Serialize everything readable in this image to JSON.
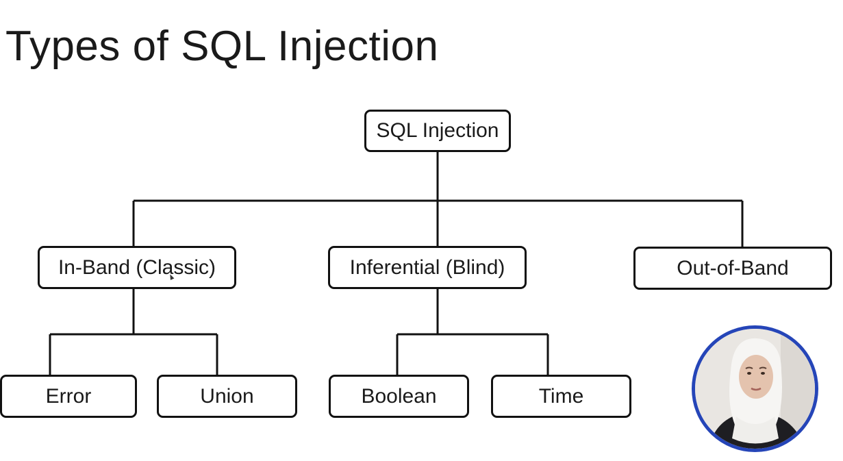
{
  "slide": {
    "title": "Types of SQL Injection"
  },
  "diagram": {
    "root": "SQL Injection",
    "categories": [
      {
        "label": "In-Band (Classic)"
      },
      {
        "label": "Inferential (Blind)"
      },
      {
        "label": "Out-of-Band"
      }
    ],
    "subtypes": {
      "in_band": [
        "Error",
        "Union"
      ],
      "inferential": [
        "Boolean",
        "Time"
      ]
    }
  },
  "colors": {
    "line": "#111111",
    "text": "#1a1a1a",
    "presenter_ring": "#2545b8"
  },
  "icons": {
    "presenter": "presenter-webcam-thumbnail",
    "cursor": "mouse-cursor-icon"
  }
}
